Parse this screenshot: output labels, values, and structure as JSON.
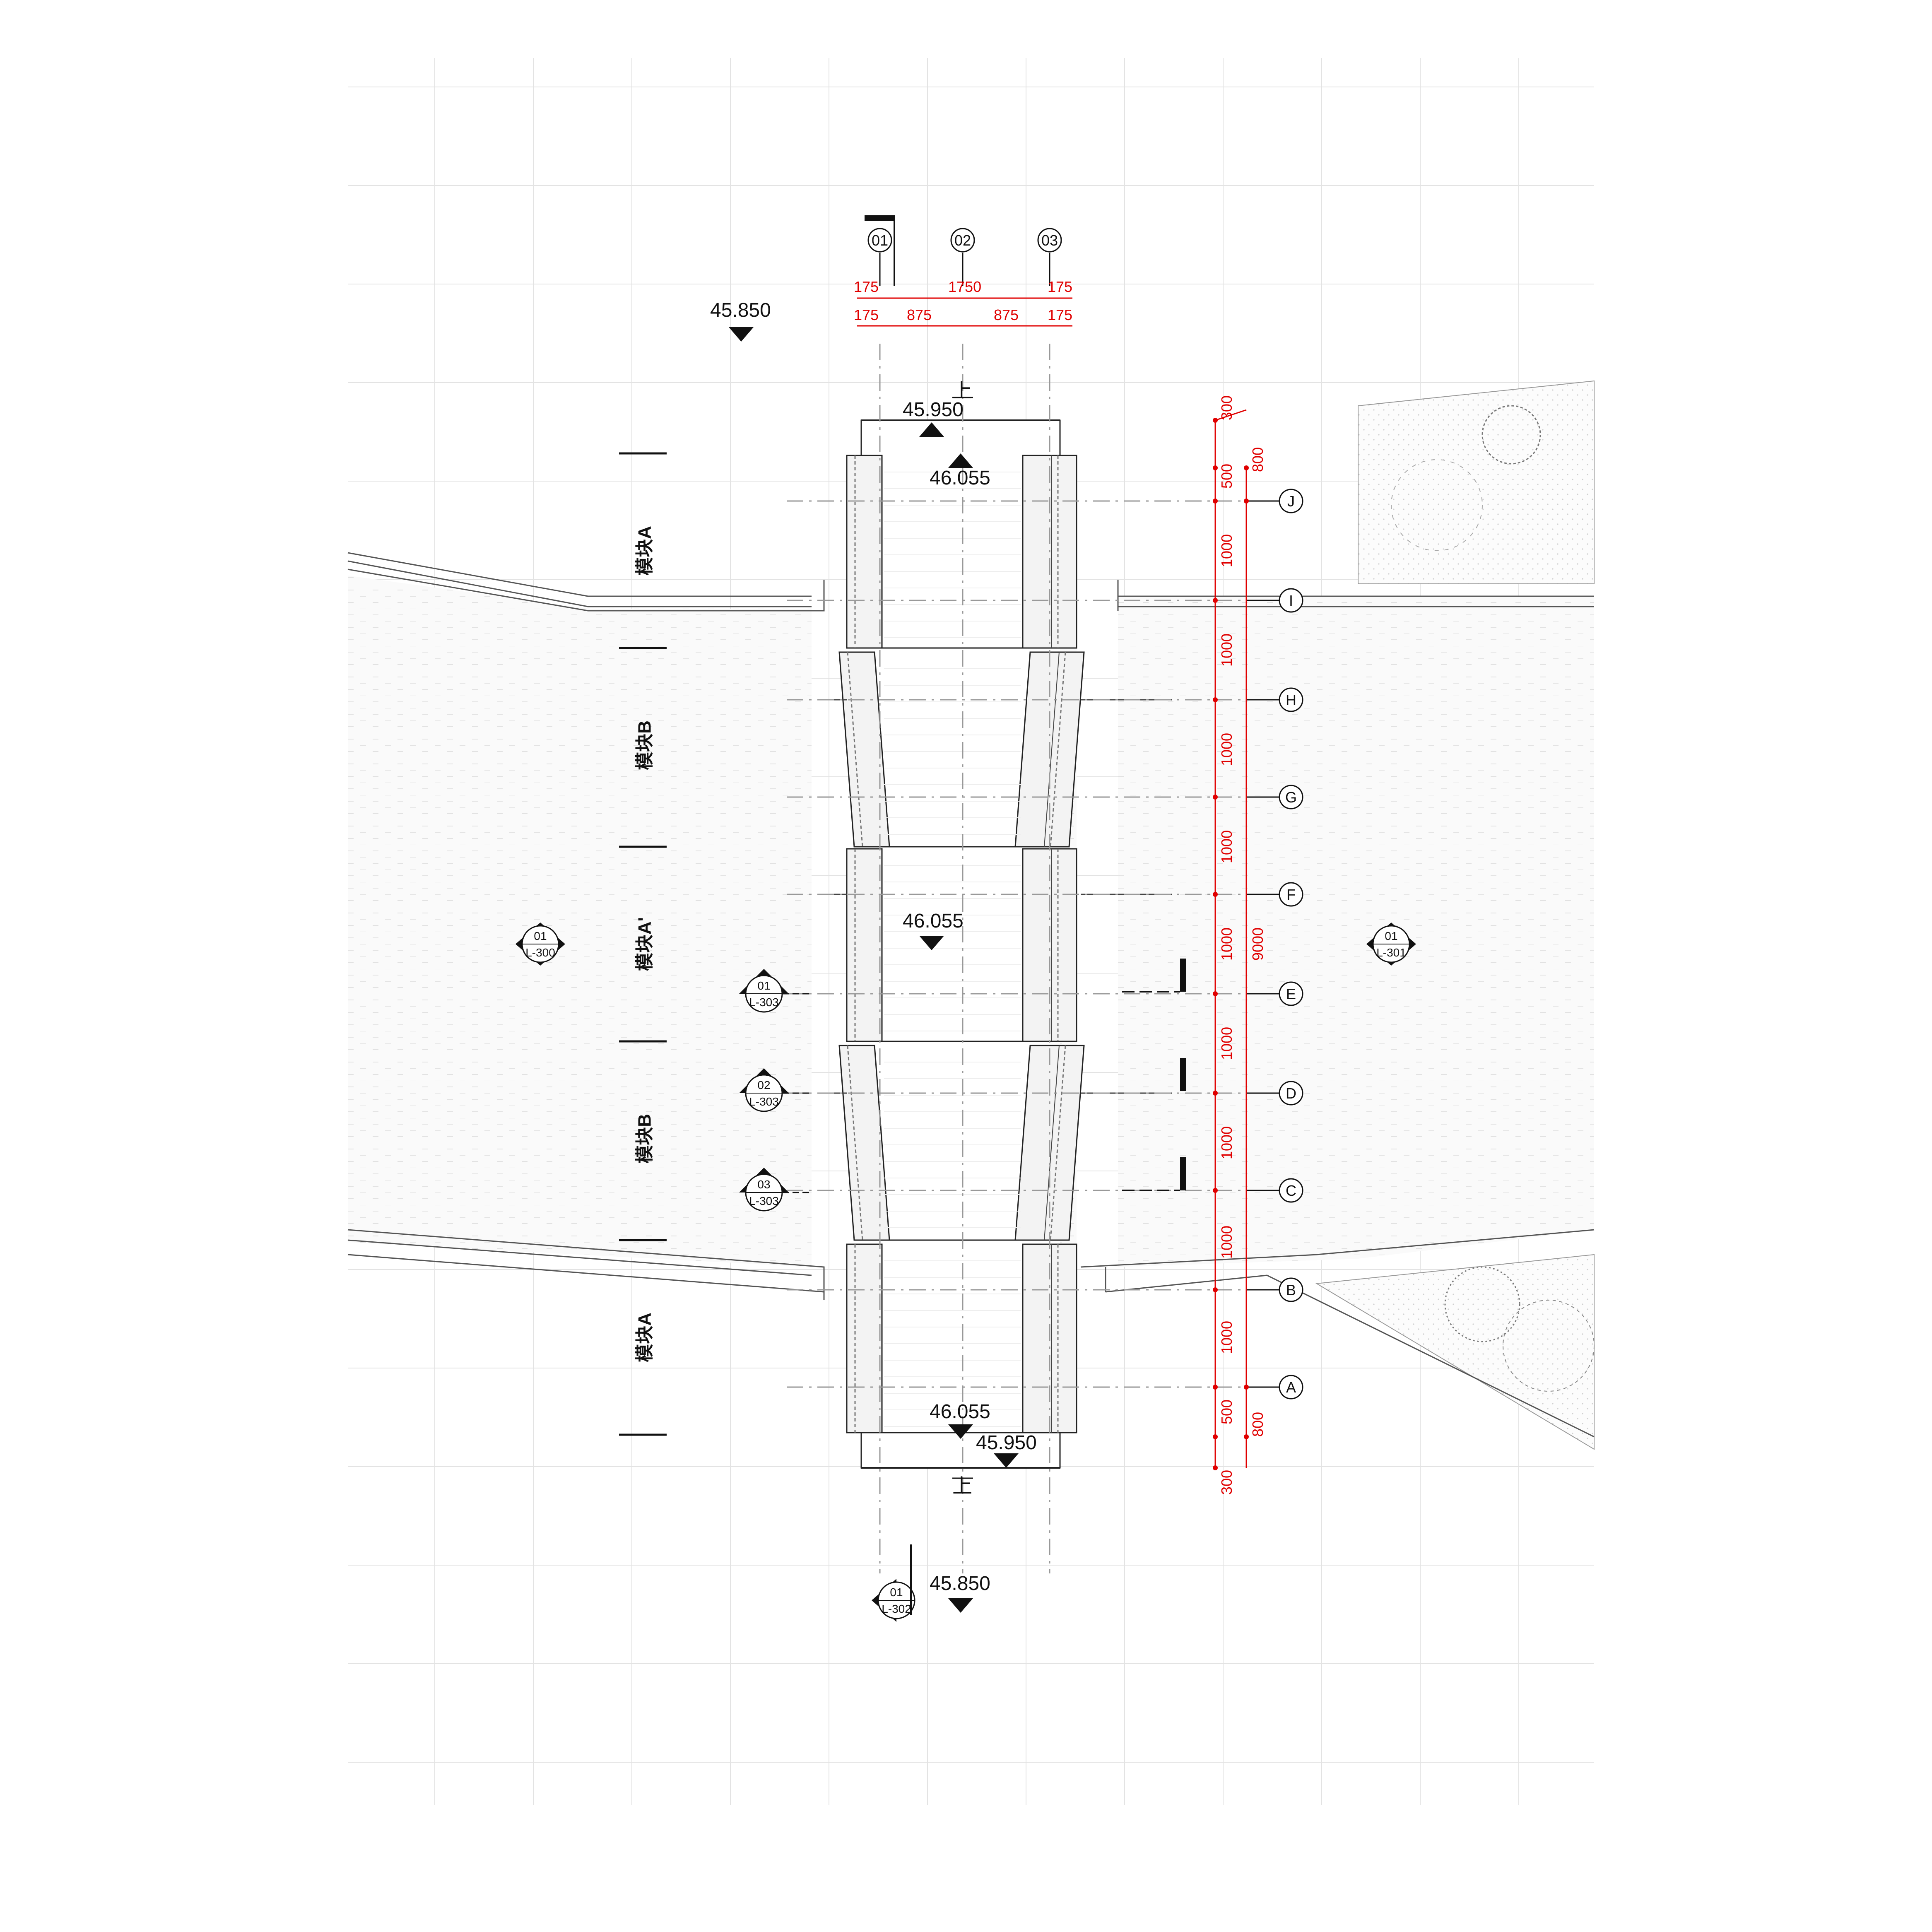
{
  "drawing": {
    "column_axes": [
      "01",
      "02",
      "03"
    ],
    "row_axes": [
      "J",
      "I",
      "H",
      "G",
      "F",
      "E",
      "D",
      "C",
      "B",
      "A"
    ],
    "modules": [
      "模块A",
      "模块B",
      "模块A'",
      "模块B",
      "模块A"
    ],
    "levels": {
      "top_outer": "45.850",
      "top_step": "45.950",
      "top_deck": "46.055",
      "center": "46.055",
      "bottom_deck": "46.055",
      "bottom_step": "45.950",
      "bottom_outer": "45.850"
    },
    "up_labels": [
      "上",
      "上"
    ],
    "dims_top_row1": [
      "175",
      "1750",
      "175"
    ],
    "dims_top_row2": [
      "175",
      "875",
      "875",
      "175"
    ],
    "dims_right_inner": [
      "300",
      "500",
      "1000",
      "1000",
      "1000",
      "1000",
      "1000",
      "1000",
      "1000",
      "1000",
      "1000",
      "500",
      "300"
    ],
    "dims_right_outer": [
      "800",
      "9000",
      "800"
    ],
    "section_marks": [
      {
        "num": "01",
        "ref": "L-300"
      },
      {
        "num": "01",
        "ref": "L-301"
      },
      {
        "num": "01",
        "ref": "L-302"
      },
      {
        "num": "01",
        "ref": "L-303"
      },
      {
        "num": "02",
        "ref": "L-303"
      },
      {
        "num": "03",
        "ref": "L-303"
      }
    ]
  },
  "colors": {
    "dimension": "#e00000",
    "ink": "#111111",
    "grid": "#e3e3e3"
  }
}
